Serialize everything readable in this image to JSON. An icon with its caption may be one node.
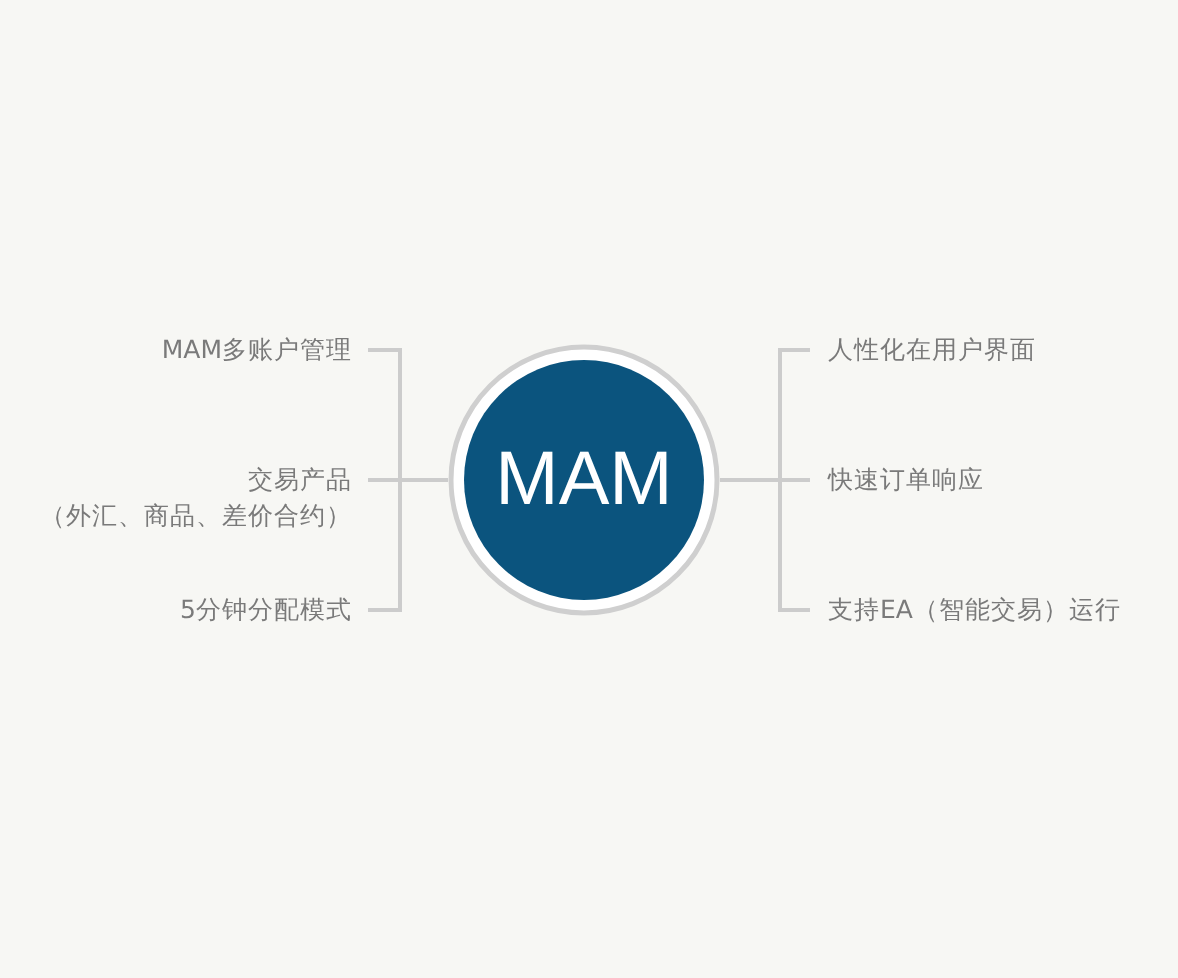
{
  "diagram": {
    "nodes": [
      {
        "text": [
          "MAM"
        ]
      },
      {
        "text": [
          "MAM多账户管理"
        ]
      },
      {
        "text": [
          "交易产品",
          "（外汇、商品、差价合约）"
        ]
      },
      {
        "text": [
          "5分钟分配模式"
        ]
      },
      {
        "text": [
          "人性化在用户界面"
        ]
      },
      {
        "text": [
          "快速订单响应"
        ]
      },
      {
        "text": [
          "支持EA（智能交易）运行"
        ]
      }
    ],
    "edges": [
      {
        "from": 0,
        "to": 1,
        "arrow": "none"
      },
      {
        "from": 0,
        "to": 2,
        "arrow": "none"
      },
      {
        "from": 0,
        "to": 3,
        "arrow": "none"
      },
      {
        "from": 0,
        "to": 4,
        "arrow": "none"
      },
      {
        "from": 0,
        "to": 5,
        "arrow": "none"
      },
      {
        "from": 0,
        "to": 6,
        "arrow": "none"
      }
    ]
  }
}
